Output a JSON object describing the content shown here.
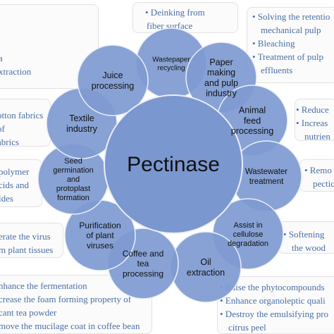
{
  "center": {
    "label": "Pectinase"
  },
  "petals": [
    {
      "id": "wastepaper-recycling",
      "lines": [
        "Wastepaper",
        "recycling"
      ],
      "size": 10
    },
    {
      "id": "paper-making",
      "lines": [
        "Paper",
        "making",
        "and pulp",
        "industry"
      ],
      "size": 12.5
    },
    {
      "id": "animal-feed",
      "lines": [
        "Animal",
        "feed",
        "processing"
      ],
      "size": 12.5
    },
    {
      "id": "wastewater",
      "lines": [
        "Wastewater",
        "treatment"
      ],
      "size": 11.5
    },
    {
      "id": "cellulose",
      "lines": [
        "Assist in",
        "cellulose",
        "degradation"
      ],
      "size": 11
    },
    {
      "id": "oil-extraction",
      "lines": [
        "Oil",
        "extraction"
      ],
      "size": 12.5
    },
    {
      "id": "coffee-tea",
      "lines": [
        "Coffee and",
        "tea",
        "processing"
      ],
      "size": 12
    },
    {
      "id": "plant-viruses",
      "lines": [
        "Purification",
        "of plant",
        "viruses"
      ],
      "size": 12
    },
    {
      "id": "seed-germination",
      "lines": [
        "Seed",
        "germination",
        "and",
        "protoplast",
        "formation"
      ],
      "size": 11
    },
    {
      "id": "textile",
      "lines": [
        "Textile",
        "industry"
      ],
      "size": 12.5
    },
    {
      "id": "juice",
      "lines": [
        "Juice",
        "processing"
      ],
      "size": 12.5
    }
  ],
  "notes": [
    {
      "id": "deinking",
      "lines": [
        "• Deinking from",
        "fiber surface"
      ]
    },
    {
      "id": "paper-right",
      "lines": [
        "• Solving the retentio",
        "mechanical pulp",
        "• Bleaching",
        "• Treatment of pulp",
        "effluents"
      ]
    },
    {
      "id": "feed-right",
      "lines": [
        "• Reduce",
        "• Increas",
        "nutrien"
      ]
    },
    {
      "id": "wastewater-right",
      "lines": [
        "• Remo",
        "pectic"
      ]
    },
    {
      "id": "wood-right",
      "lines": [
        "• Softening",
        "the wood"
      ]
    },
    {
      "id": "oil-bottom",
      "lines": [
        "• Raise the phytocompounds",
        "• Enhance organoleptic quali",
        "• Destroy the emulsifying pro",
        "citrus peel"
      ]
    },
    {
      "id": "coffee-bottom",
      "lines": [
        "nhance the fermentation",
        "crease the foam forming property of",
        "cant tea powder",
        "move the mucilage coat in coffee bean"
      ]
    },
    {
      "id": "virus-left",
      "lines": [
        "erate the virus",
        "m plant tissues"
      ]
    },
    {
      "id": "seed-left",
      "lines": [
        "polymer",
        "cids and",
        "ides"
      ]
    },
    {
      "id": "textile-left",
      "lines": [
        "otton fabrics",
        "of",
        "abrics"
      ]
    },
    {
      "id": "juice-left",
      "lines": [
        "a",
        "xtraction"
      ]
    }
  ],
  "colors": {
    "petal": "#7e9ad1",
    "petal_stroke": "#e9eef8",
    "center": "#7b97cf",
    "note_text": "#4a6fa5"
  }
}
